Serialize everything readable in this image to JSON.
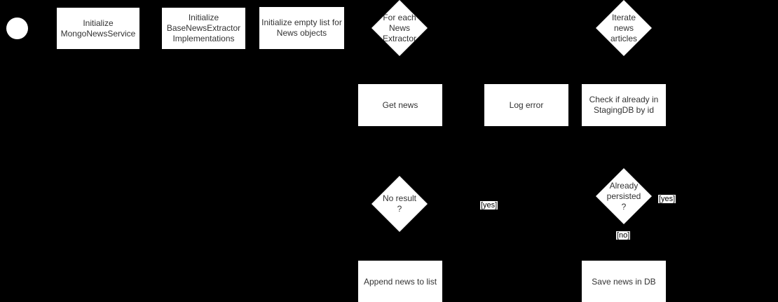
{
  "diagram": {
    "type": "flowchart",
    "colors": {
      "background": "#000000",
      "node_fill": "#ffffff",
      "node_text": "#333333",
      "edge_label_bg": "#ffffff",
      "edge_label_text": "#000000"
    },
    "nodes": {
      "start": {
        "shape": "start-circle",
        "label": ""
      },
      "init_mongo": {
        "shape": "process",
        "label": "Initialize\nMongoNewsService"
      },
      "init_extractors": {
        "shape": "process",
        "label": "Initialize\nBaseNewsExtractor\nImplementations"
      },
      "init_list": {
        "shape": "process",
        "label": "Initialize empty list for\nNews objects"
      },
      "for_each_extractor": {
        "shape": "decision",
        "label": "For each\nNews\nExtractor"
      },
      "iterate_articles": {
        "shape": "decision",
        "label": "Iterate\nnews\narticles"
      },
      "get_news": {
        "shape": "process",
        "label": "Get news"
      },
      "log_error": {
        "shape": "process",
        "label": "Log error"
      },
      "check_staging": {
        "shape": "process",
        "label": "Check if already in\nStagingDB by id"
      },
      "no_result": {
        "shape": "decision",
        "label": "No result\n?"
      },
      "already_persisted": {
        "shape": "decision",
        "label": "Already\npersisted\n?"
      },
      "append_news": {
        "shape": "process",
        "label": "Append news to list"
      },
      "save_news": {
        "shape": "process",
        "label": "Save news in DB"
      }
    },
    "edge_labels": {
      "no_result_yes": "[yes]",
      "persisted_yes": "[yes]",
      "persisted_no": "[no]"
    }
  }
}
